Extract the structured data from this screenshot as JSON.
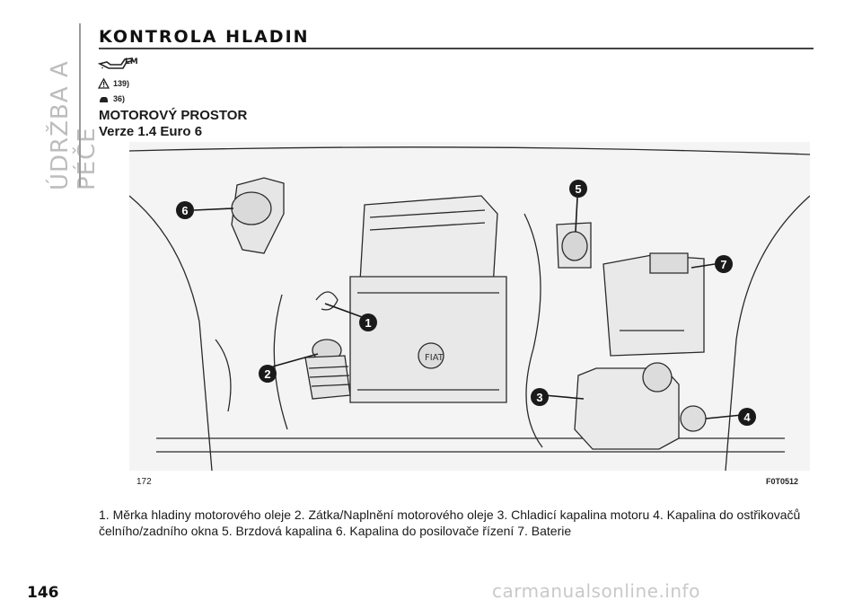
{
  "side_tab": "ÚDRŽBA A PÉČE",
  "page_title": "KONTROLA HLADIN",
  "warnings": [
    {
      "ref": "139)"
    },
    {
      "ref": "36)"
    }
  ],
  "section_heading": "MOTOROVÝ PROSTOR",
  "sub_heading": "Verze 1.4 Euro 6",
  "figure": {
    "callouts": [
      "1",
      "2",
      "3",
      "4",
      "5",
      "6",
      "7"
    ],
    "page_ref": "172",
    "figure_code": "F0T0512"
  },
  "caption": "1. Měrka hladiny motorového oleje 2. Zátka/Naplnění motorového oleje 3. Chladicí kapalina motoru 4. Kapalina do ostřikovačů čelního/zadního okna 5. Brzdová kapalina 6. Kapalina do posilovače řízení 7. Baterie",
  "page_number": "146",
  "watermark": "carmanualsonline.info",
  "colors": {
    "callout_fill": "#1a1a1a",
    "callout_text": "#ffffff",
    "figure_bg": "#f4f4f4",
    "line": "#2a2a2a"
  }
}
